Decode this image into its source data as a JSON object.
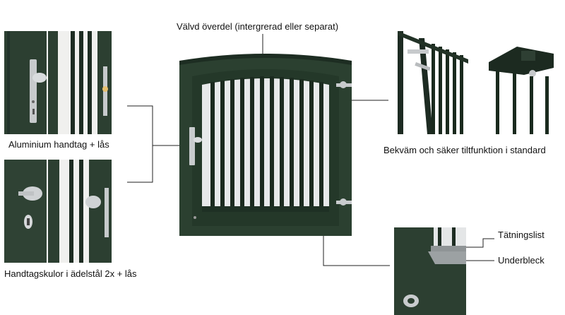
{
  "labels": {
    "top": "Välvd överdel (intergrerad eller separat)",
    "handle": "Aluminium handtag + lås",
    "knobs": "Handtagskulor i ädelstål 2x + lås",
    "tilt": "Bekväm och säker tiltfunktion i standard",
    "seal": "Tätningslist",
    "underbleck": "Underbleck"
  },
  "colors": {
    "frame": "#2a3f2f",
    "frame_dark": "#1e2e22",
    "bar": "#1a2a1e",
    "steel": "#c9ccce",
    "line": "#222222",
    "background": "#ffffff"
  }
}
